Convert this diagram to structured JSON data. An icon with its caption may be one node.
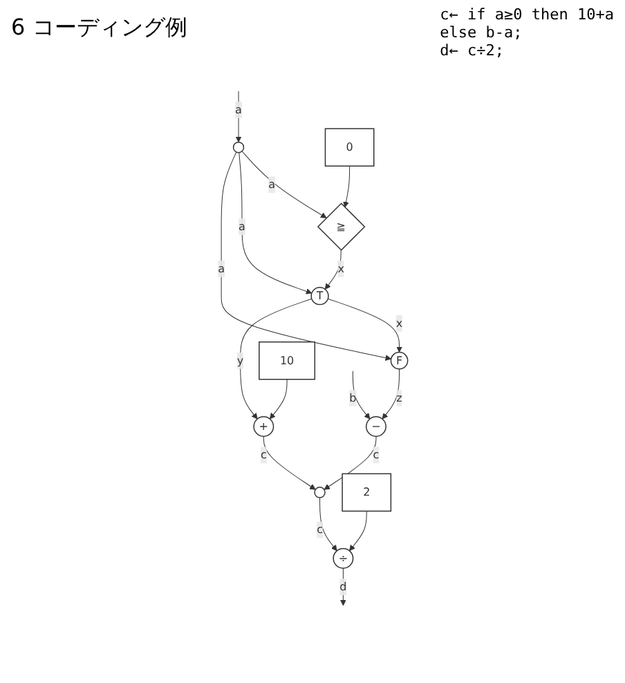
{
  "diagram": {
    "title": "6 コーディング例",
    "nodes": [
      {
        "text": [],
        "shape": "circle"
      },
      {
        "text": [
          "0"
        ]
      },
      {
        "text": [
          "≧"
        ]
      },
      {
        "text": [
          "T"
        ]
      },
      {
        "text": [
          "F"
        ]
      },
      {
        "text": [
          "10"
        ]
      },
      {
        "text": [
          "+"
        ]
      },
      {
        "text": [
          "−"
        ]
      },
      {
        "text": [],
        "shape": "circle"
      },
      {
        "text": [
          "2"
        ]
      },
      {
        "text": [
          "÷"
        ]
      }
    ],
    "edges": [
      {
        "from": null,
        "to": 0,
        "arrow": "to",
        "label": "a"
      },
      {
        "from": 0,
        "to": 2,
        "arrow": "to",
        "label": "a"
      },
      {
        "from": 1,
        "to": 2,
        "arrow": "to"
      },
      {
        "from": 0,
        "to": 3,
        "arrow": "to",
        "label": "a"
      },
      {
        "from": 0,
        "to": 4,
        "arrow": "to",
        "label": "a"
      },
      {
        "from": 2,
        "to": 3,
        "arrow": "to",
        "label": "x"
      },
      {
        "from": 3,
        "to": 4,
        "arrow": "to",
        "label": "x"
      },
      {
        "from": null,
        "to": 7,
        "arrow": "to",
        "label": "b"
      },
      {
        "from": 3,
        "to": 6,
        "arrow": "to",
        "label": "y"
      },
      {
        "from": 5,
        "to": 6,
        "arrow": "to"
      },
      {
        "from": 4,
        "to": 7,
        "arrow": "to",
        "label": "z"
      },
      {
        "from": 6,
        "to": 8,
        "arrow": "to",
        "label": "c"
      },
      {
        "from": 7,
        "to": 8,
        "arrow": "to",
        "label": "c"
      },
      {
        "from": 8,
        "to": 10,
        "arrow": "to",
        "label": "c"
      },
      {
        "from": 9,
        "to": 10,
        "arrow": "to"
      },
      {
        "from": 10,
        "to": null,
        "arrow": "to",
        "label": "d"
      }
    ],
    "labels": [
      "c← if a≥0 then 10+a",
      "else b-a;",
      "d← c÷2;"
    ]
  }
}
